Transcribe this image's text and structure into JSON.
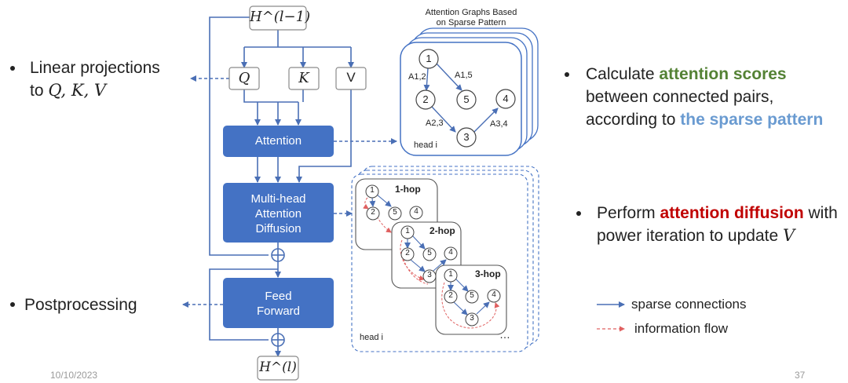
{
  "diagram": {
    "input_node": "H^(l−1)",
    "output_node": "H^(l)",
    "q_label": "Q",
    "k_label": "K",
    "v_label": "V",
    "attention_label": "Attention",
    "mhad_line1": "Multi-head",
    "mhad_line2": "Attention",
    "mhad_line3": "Diffusion",
    "ff_line1": "Feed",
    "ff_line2": "Forward",
    "graph_title_line1": "Attention Graphs Based",
    "graph_title_line2": "on Sparse Pattern",
    "edge_a12": "A1,2",
    "edge_a15": "A1,5",
    "edge_a23": "A2,3",
    "edge_a34": "A3,4",
    "head_label": "head i",
    "hop1": "1-hop",
    "hop2": "2-hop",
    "hop3": "3-hop",
    "ellipsis": "…",
    "node_1": "1",
    "node_2": "2",
    "node_3": "3",
    "node_4": "4",
    "node_5": "5"
  },
  "bullets": {
    "linear_line1": "Linear projections",
    "linear_line2_prefix": "to ",
    "linear_line2_math": "Q, K, V",
    "post": "Postprocessing",
    "calc_line1_prefix": "Calculate ",
    "calc_line1_highlight": "attention scores",
    "calc_line2": "between connected pairs,",
    "calc_line3_prefix": "according to ",
    "calc_line3_highlight": "the sparse pattern",
    "perf_line1_prefix": "Perform ",
    "perf_line1_highlight": "attention diffusion",
    "perf_line1_suffix": " with",
    "perf_line2_prefix": "power iteration to update ",
    "perf_line2_math": "V"
  },
  "legend": {
    "sparse": "sparse connections",
    "info": "information flow"
  },
  "footer": {
    "date": "10/10/2023",
    "page": "37"
  },
  "colors": {
    "block_blue": "#4472c4",
    "line_blue": "#4a6fb5",
    "green_highlight": "#548235",
    "lightblue_highlight": "#6a9bd1",
    "red_highlight": "#c00000",
    "dashed_red": "#e06060"
  }
}
